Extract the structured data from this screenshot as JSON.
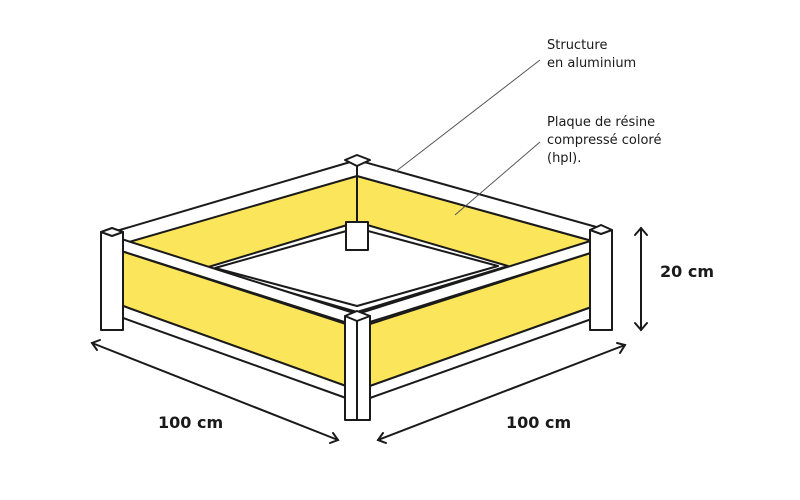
{
  "labels": {
    "structure_line1": "Structure",
    "structure_line2": "en aluminium",
    "panel_line1": "Plaque de résine",
    "panel_line2": "compressé coloré",
    "panel_line3": "(hpl)."
  },
  "dimensions": {
    "length_left": "100 cm",
    "length_right": "100 cm",
    "height": "20 cm"
  },
  "colors": {
    "panel": "#FBE55A",
    "frame": "#ffffff",
    "outline": "#1a1a1a"
  }
}
